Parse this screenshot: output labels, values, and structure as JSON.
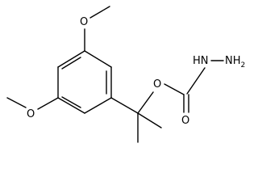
{
  "labels": {
    "o_top": "O",
    "o_left": "O",
    "o_ester": "O",
    "o_carbonyl": "O",
    "hn": "HN",
    "nh2_n": "NH",
    "nh2_sub": "2"
  },
  "colors": {
    "bond": "#000000",
    "text": "#000000",
    "background": "#ffffff"
  }
}
